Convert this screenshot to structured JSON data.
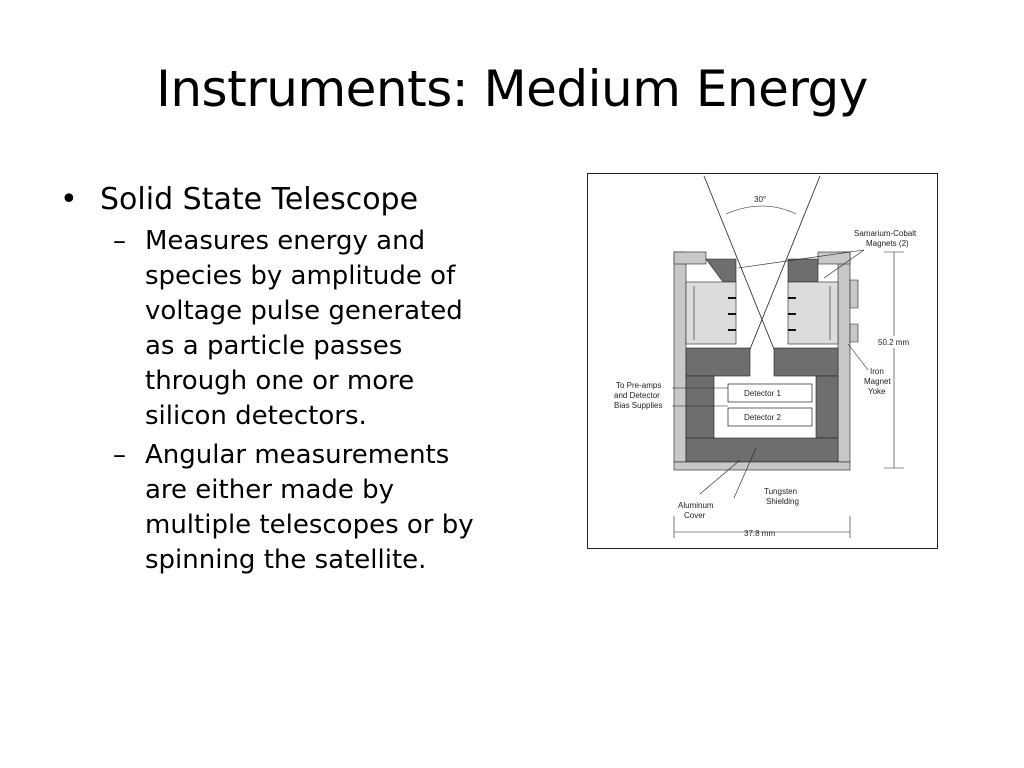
{
  "slide": {
    "title": "Instruments: Medium Energy",
    "bullets": [
      {
        "marker": "•",
        "text": "Solid State Telescope",
        "sub_bullets": [
          {
            "marker": "–",
            "text": "Measures energy and species by amplitude of voltage pulse generated as a particle passes through one or more silicon detectors."
          },
          {
            "marker": "–",
            "text": "Angular measurements are either made by multiple telescopes or by spinning the satellite."
          }
        ]
      }
    ]
  },
  "diagram": {
    "angle_label": "30°",
    "magnets_label_line1": "Samarium-Cobalt",
    "magnets_label_line2": "Magnets (2)",
    "height_label": "50.2 mm",
    "yoke_label_line1": "Iron",
    "yoke_label_line2": "Magnet",
    "yoke_label_line3": "Yoke",
    "preamp_label_line1": "To Pre-amps",
    "preamp_label_line2": "and Detector",
    "preamp_label_line3": "Bias Supplies",
    "detector1_label": "Detector 1",
    "detector2_label": "Detector 2",
    "aluminum_label_line1": "Aluminum",
    "aluminum_label_line2": "Cover",
    "tungsten_label_line1": "Tungsten",
    "tungsten_label_line2": "Shielding",
    "width_label": "37.8 mm"
  }
}
